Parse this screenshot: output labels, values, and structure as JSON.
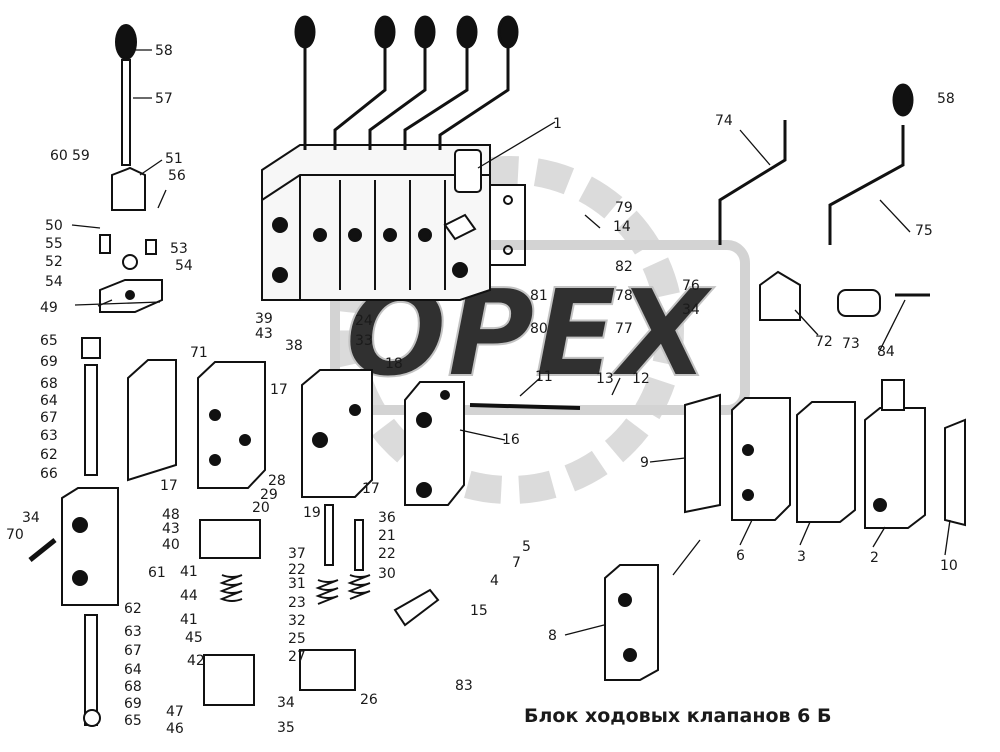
{
  "title": "Блок ходовых клапанов 6 Б",
  "watermark": "OPEX",
  "labels": [
    "58",
    "57",
    "60",
    "59",
    "51",
    "56",
    "50",
    "55",
    "53",
    "52",
    "54",
    "54",
    "49",
    "39",
    "43",
    "65",
    "69",
    "68",
    "64",
    "67",
    "63",
    "62",
    "66",
    "71",
    "38",
    "17",
    "17",
    "17",
    "24",
    "33",
    "18",
    "11",
    "13",
    "12",
    "16",
    "28",
    "29",
    "20",
    "48",
    "43",
    "40",
    "19",
    "36",
    "21",
    "37",
    "22",
    "22",
    "31",
    "30",
    "23",
    "32",
    "25",
    "27",
    "41",
    "44",
    "41",
    "45",
    "42",
    "47",
    "46",
    "34",
    "35",
    "26",
    "34",
    "70",
    "61",
    "62",
    "63",
    "67",
    "64",
    "68",
    "69",
    "65",
    "5",
    "7",
    "4",
    "15",
    "83",
    "1",
    "79",
    "14",
    "82",
    "81",
    "78",
    "80",
    "77",
    "74",
    "75",
    "58",
    "76",
    "34",
    "72",
    "73",
    "84",
    "9",
    "6",
    "3",
    "2",
    "10",
    "8"
  ]
}
